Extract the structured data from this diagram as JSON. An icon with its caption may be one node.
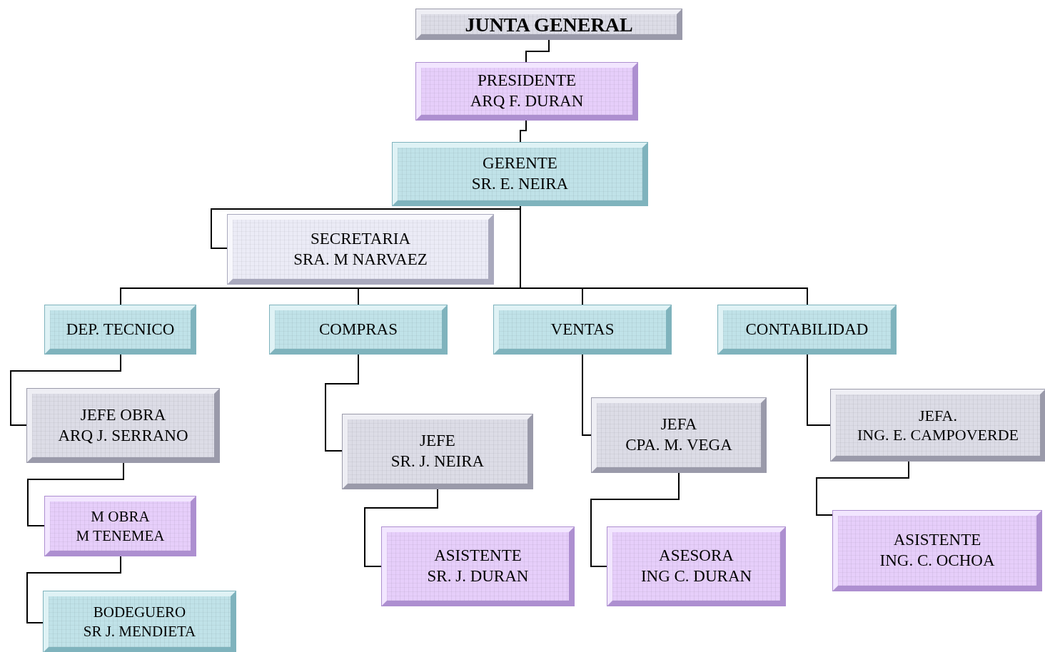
{
  "diagram": {
    "nodes": [
      {
        "text": [
          "JUNTA GENERAL"
        ]
      },
      {
        "text": [
          "PRESIDENTE",
          "ARQ F. DURAN"
        ]
      },
      {
        "text": [
          "GERENTE",
          "SR. E. NEIRA"
        ]
      },
      {
        "text": [
          "SECRETARIA",
          "SRA. M NARVAEZ"
        ]
      },
      {
        "text": [
          "DEP. TECNICO"
        ]
      },
      {
        "text": [
          "COMPRAS"
        ]
      },
      {
        "text": [
          "VENTAS"
        ]
      },
      {
        "text": [
          "CONTABILIDAD"
        ]
      },
      {
        "text": [
          "JEFE OBRA",
          "ARQ J. SERRANO"
        ]
      },
      {
        "text": [
          "JEFE",
          "SR. J. NEIRA"
        ]
      },
      {
        "text": [
          "JEFA",
          "CPA. M. VEGA"
        ]
      },
      {
        "text": [
          "JEFA.",
          "ING. E. CAMPOVERDE"
        ]
      },
      {
        "text": [
          "M OBRA",
          "M TENEMEA"
        ]
      },
      {
        "text": [
          "ASISTENTE",
          "SR. J. DURAN"
        ]
      },
      {
        "text": [
          "ASESORA",
          "ING C. DURAN"
        ]
      },
      {
        "text": [
          "ASISTENTE",
          "ING. C. OCHOA"
        ]
      },
      {
        "text": [
          "BODEGUERO",
          "SR J. MENDIETA"
        ]
      }
    ],
    "edges": [
      {
        "from": 0,
        "to": 1,
        "arrow": "none"
      },
      {
        "from": 1,
        "to": 2,
        "arrow": "none"
      },
      {
        "from": 2,
        "to": 3,
        "arrow": "none"
      },
      {
        "from": 2,
        "to": 4,
        "arrow": "none"
      },
      {
        "from": 2,
        "to": 5,
        "arrow": "none"
      },
      {
        "from": 2,
        "to": 6,
        "arrow": "none"
      },
      {
        "from": 2,
        "to": 7,
        "arrow": "none"
      },
      {
        "from": 4,
        "to": 8,
        "arrow": "none"
      },
      {
        "from": 8,
        "to": 12,
        "arrow": "none"
      },
      {
        "from": 12,
        "to": 16,
        "arrow": "none"
      },
      {
        "from": 5,
        "to": 9,
        "arrow": "none"
      },
      {
        "from": 9,
        "to": 13,
        "arrow": "none"
      },
      {
        "from": 6,
        "to": 10,
        "arrow": "none"
      },
      {
        "from": 10,
        "to": 14,
        "arrow": "none"
      },
      {
        "from": 7,
        "to": 11,
        "arrow": "none"
      },
      {
        "from": 11,
        "to": 15,
        "arrow": "none"
      }
    ]
  }
}
